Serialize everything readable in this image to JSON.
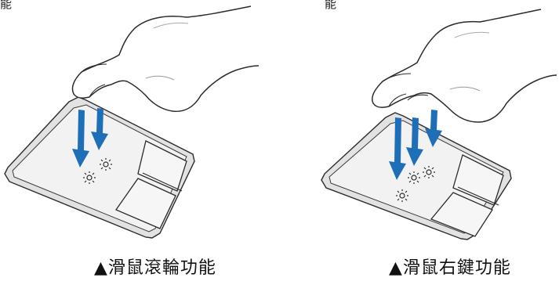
{
  "left_figure": {
    "top_fragment": "能",
    "caption": "▲滑鼠滾輪功能"
  },
  "right_figure": {
    "top_fragment": "能",
    "caption": "▲滑鼠右鍵功能"
  },
  "colors": {
    "arrow": "#1f6fb8",
    "outline": "#2b2b2b",
    "pad_fill": "#eeeeee",
    "shadow": "#c8c8c8"
  },
  "icons": [
    "hand-icon",
    "touchpad-icon",
    "down-arrow-icon",
    "tap-burst-icon"
  ]
}
